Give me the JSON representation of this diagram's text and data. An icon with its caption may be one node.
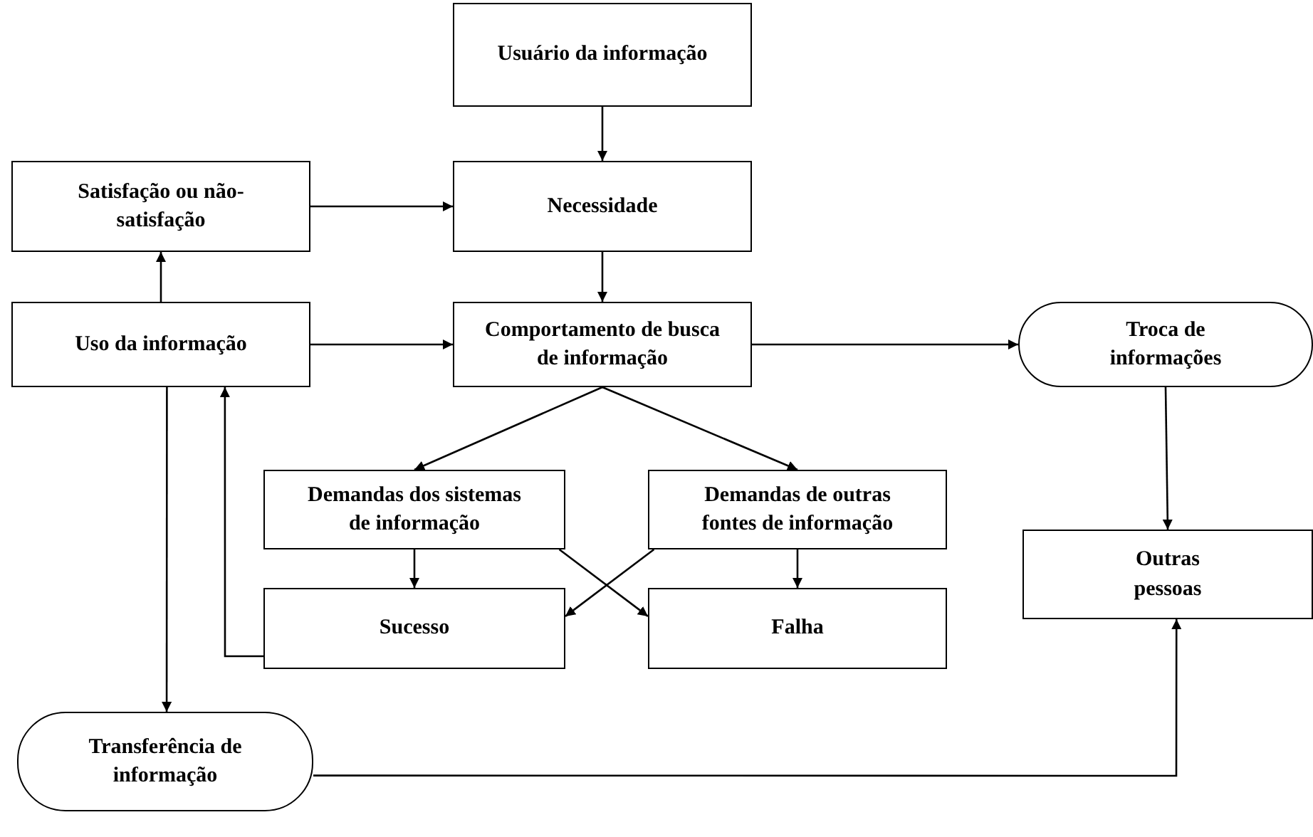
{
  "diagram": {
    "nodes": [
      {
        "text": [
          "Usuário da informação"
        ]
      },
      {
        "text": [
          "Satisfação ou não-satisfação"
        ]
      },
      {
        "text": [
          "Necessidade"
        ]
      },
      {
        "text": [
          "Uso da informação"
        ]
      },
      {
        "text": [
          "Comportamento de busca de informação"
        ]
      },
      {
        "text": [
          "Troca de informações"
        ]
      },
      {
        "text": [
          "Demandas dos sistemas de informação"
        ]
      },
      {
        "text": [
          "Demandas de outras fontes de informação"
        ]
      },
      {
        "text": [
          "Outras pessoas"
        ]
      },
      {
        "text": [
          "Sucesso"
        ]
      },
      {
        "text": [
          "Falha"
        ]
      },
      {
        "text": [
          "Transferência de informação"
        ]
      }
    ],
    "edges": [
      {
        "from": 0,
        "to": 2,
        "arrow": "to"
      },
      {
        "from": 1,
        "to": 2,
        "arrow": "to"
      },
      {
        "from": 3,
        "to": 1,
        "arrow": "to"
      },
      {
        "from": 3,
        "to": 4,
        "arrow": "to"
      },
      {
        "from": 2,
        "to": 4,
        "arrow": "to"
      },
      {
        "from": 4,
        "to": 5,
        "arrow": "to"
      },
      {
        "from": 4,
        "to": 6,
        "arrow": "to"
      },
      {
        "from": 4,
        "to": 7,
        "arrow": "to"
      },
      {
        "from": 5,
        "to": 8,
        "arrow": "to"
      },
      {
        "from": 6,
        "to": 9,
        "arrow": "to"
      },
      {
        "from": 6,
        "to": 10,
        "arrow": "to"
      },
      {
        "from": 7,
        "to": 9,
        "arrow": "to"
      },
      {
        "from": 7,
        "to": 10,
        "arrow": "to"
      },
      {
        "from": 9,
        "to": 3,
        "arrow": "to"
      },
      {
        "from": 3,
        "to": 11,
        "arrow": "to"
      },
      {
        "from": 11,
        "to": 8,
        "arrow": "to"
      }
    ]
  }
}
